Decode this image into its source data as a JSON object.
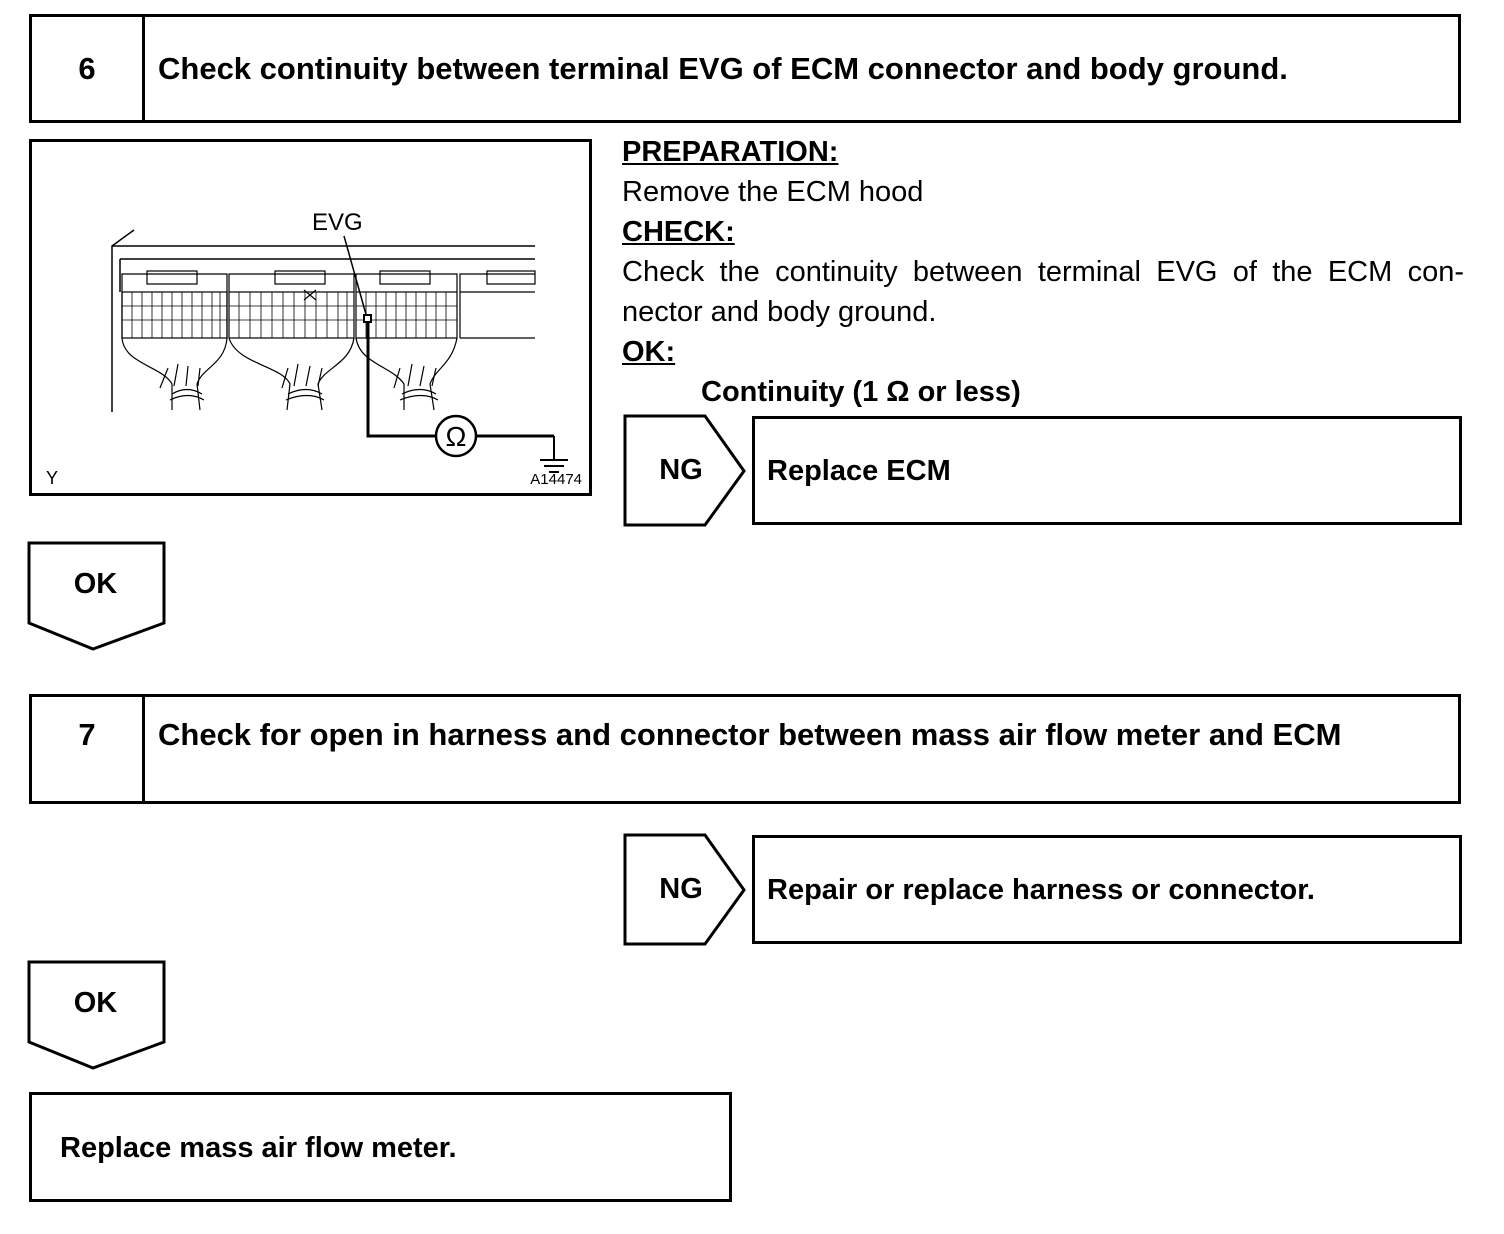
{
  "step6": {
    "number": "6",
    "title": "Check continuity between terminal EVG of ECM connector and body ground.",
    "figure": {
      "terminal_label": "EVG",
      "meter_symbol": "Ω",
      "corner_left": "Y",
      "figure_id": "A14474",
      "icons": [
        "ohmmeter-icon",
        "ground-icon"
      ]
    },
    "preparation_heading": "PREPARATION:",
    "preparation_text": "Remove the ECM hood",
    "check_heading": "CHECK:",
    "check_text_line1": "Check the continuity between terminal EVG of the ECM con-",
    "check_text_line2": "nector and body ground.",
    "ok_heading": "OK:",
    "ok_spec": "Continuity (1 Ω or less)",
    "ng_label": "NG",
    "ng_action": "Replace ECM",
    "ok_label": "OK"
  },
  "step7": {
    "number": "7",
    "title": "Check for open in harness and connector between mass air flow meter and ECM",
    "ng_label": "NG",
    "ng_action": "Repair or replace harness or connector.",
    "ok_label": "OK"
  },
  "final_action": "Replace mass air flow meter."
}
